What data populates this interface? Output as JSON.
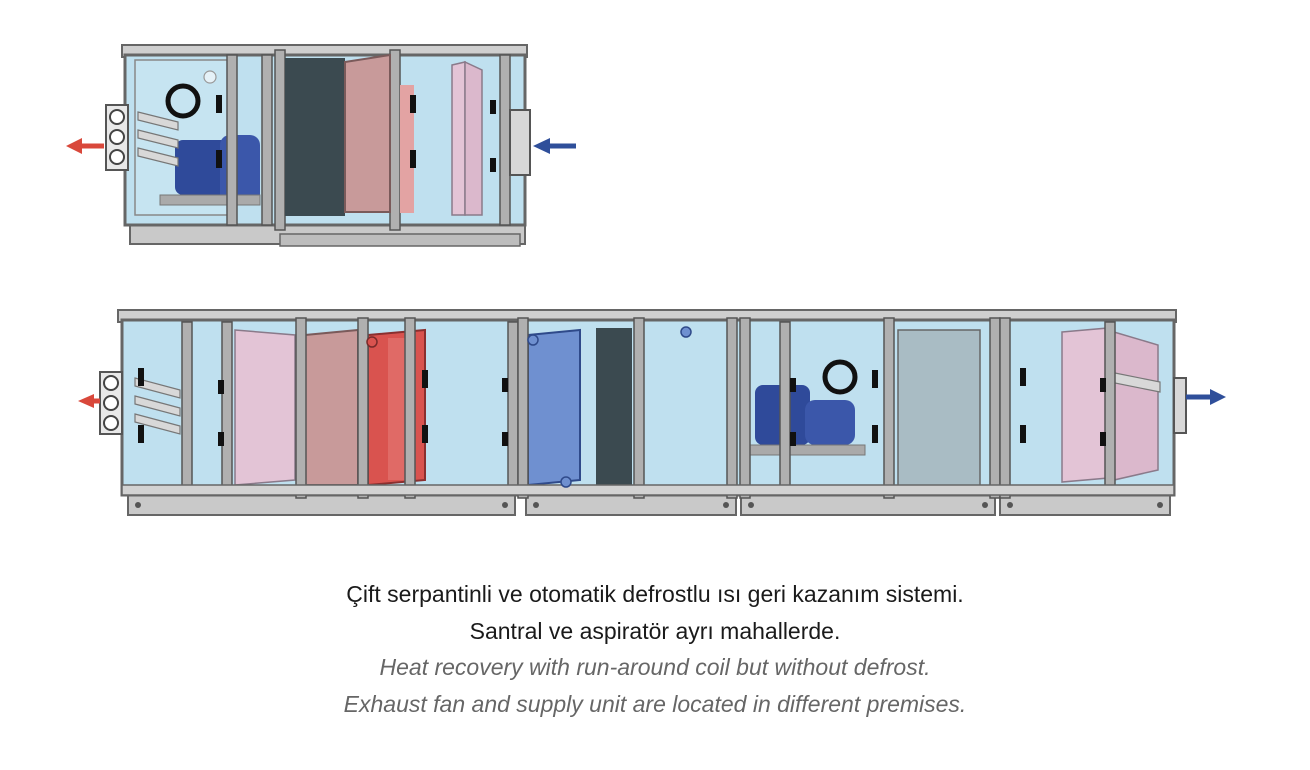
{
  "caption": {
    "tr_line1": "Çift serpantinli ve otomatik defrostlu ısı geri kazanım sistemi.",
    "tr_line2": "Santral ve aspiratör ayrı mahallerde.",
    "en_line1": "Heat recovery with run-around coil but without defrost.",
    "en_line2": "Exhaust fan and supply unit are located in different premises."
  },
  "colors": {
    "frame": "#8c8c8c",
    "frame_dark": "#555555",
    "chamber": "#bfe0ef",
    "filter_pink": "#e3c4d6",
    "coil_hot": "#d9534f",
    "coil_pink": "#c89a9a",
    "coil_cold": "#6f90d0",
    "fan_blue": "#2f4a9a",
    "dark_panel": "#3b4a50",
    "grey_panel": "#a9bcc4",
    "arrow_red": "#d9483b",
    "arrow_blue": "#2f4f9a"
  },
  "icons": [
    "arrow-left-red-icon",
    "arrow-left-blue-icon",
    "arrow-right-blue-icon",
    "fan-icon",
    "damper-icon"
  ]
}
